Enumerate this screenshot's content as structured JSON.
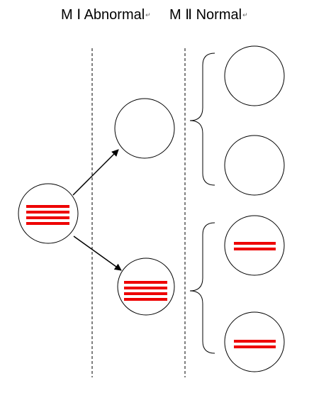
{
  "titles": {
    "mi": "M Ⅰ Abnormal",
    "mii": "M Ⅱ Normal",
    "return_mark": "↵"
  },
  "colors": {
    "chromosome": "#ee0000",
    "outline": "#000000",
    "background": "#ffffff"
  },
  "cells": {
    "parent": {
      "stage": "parent",
      "chromosome_lines": 4
    },
    "mi_upper": {
      "stage": "after MI",
      "chromosome_lines": 0
    },
    "mi_lower": {
      "stage": "after MI",
      "chromosome_lines": 4
    },
    "mii_1": {
      "stage": "after MII",
      "chromosome_lines": 0
    },
    "mii_2": {
      "stage": "after MII",
      "chromosome_lines": 0
    },
    "mii_3": {
      "stage": "after MII",
      "chromosome_lines": 2
    },
    "mii_4": {
      "stage": "after MII",
      "chromosome_lines": 2
    }
  }
}
